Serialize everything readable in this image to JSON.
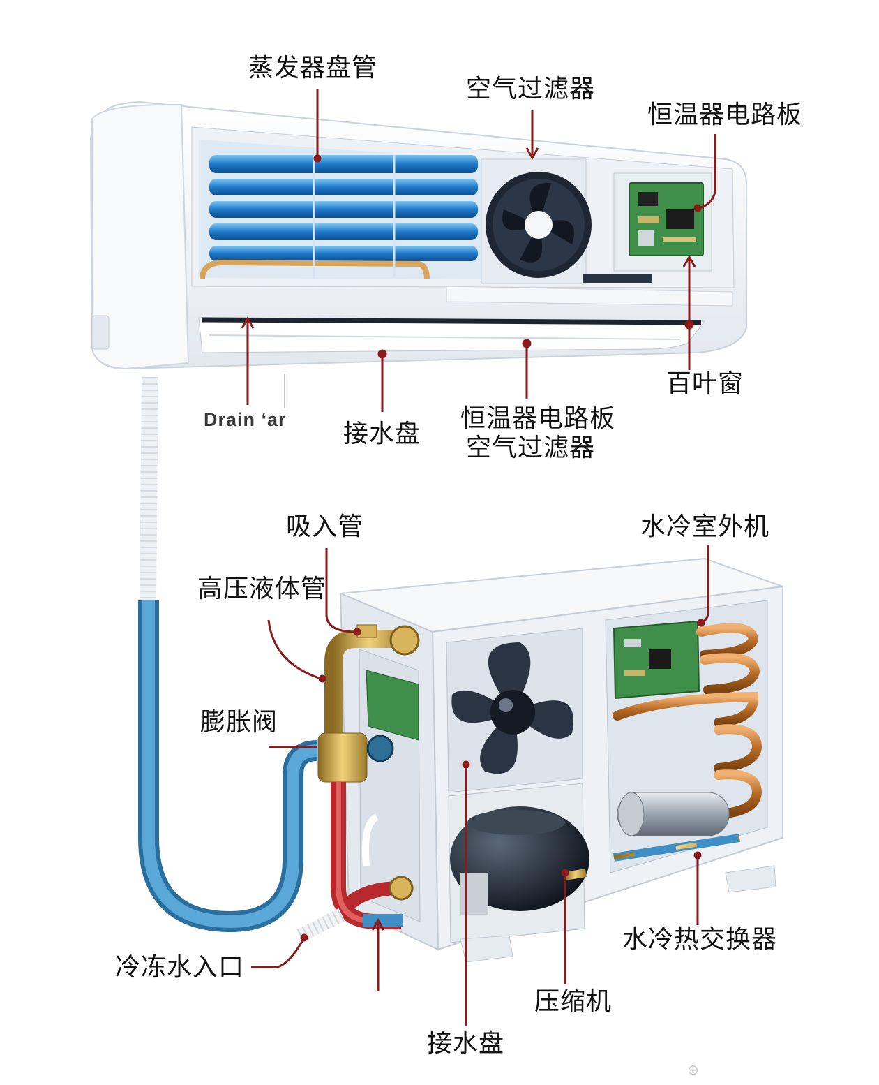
{
  "labels": {
    "evaporator_coil": "蒸发器盘管",
    "air_filter_top": "空气过滤器",
    "thermostat_board_top": "恒温器电路板",
    "louver": "百叶窗",
    "drain_pipe": "Drain ‘ar",
    "drip_tray_top": "接水盘",
    "thermostat_board_bottom": "恒温器电路板",
    "air_filter_bottom": "空气过滤器",
    "suction_pipe": "吸入管",
    "high_pressure_liquid_pipe": "高压液体管",
    "expansion_valve": "膨胀阀",
    "water_cooled_outdoor_unit": "水冷室外机",
    "chilled_water_inlet": "冷冻水入口",
    "compressor": "压缩机",
    "drip_tray_bottom": "接水盘",
    "water_cooled_heat_exchanger": "水冷热交换器"
  },
  "watermark": "⊕",
  "colors": {
    "leader_line": "#8b1a1a",
    "unit_body": "#f1f4f8",
    "coil_blue": "#2f8fd6",
    "pipe_blue": "#3f8fc6",
    "pipe_red": "#c43a3a",
    "brass": "#c9a24a",
    "copper": "#c7803a",
    "pcb_green": "#3f8f4a",
    "fan_dark": "#1f2a38"
  }
}
